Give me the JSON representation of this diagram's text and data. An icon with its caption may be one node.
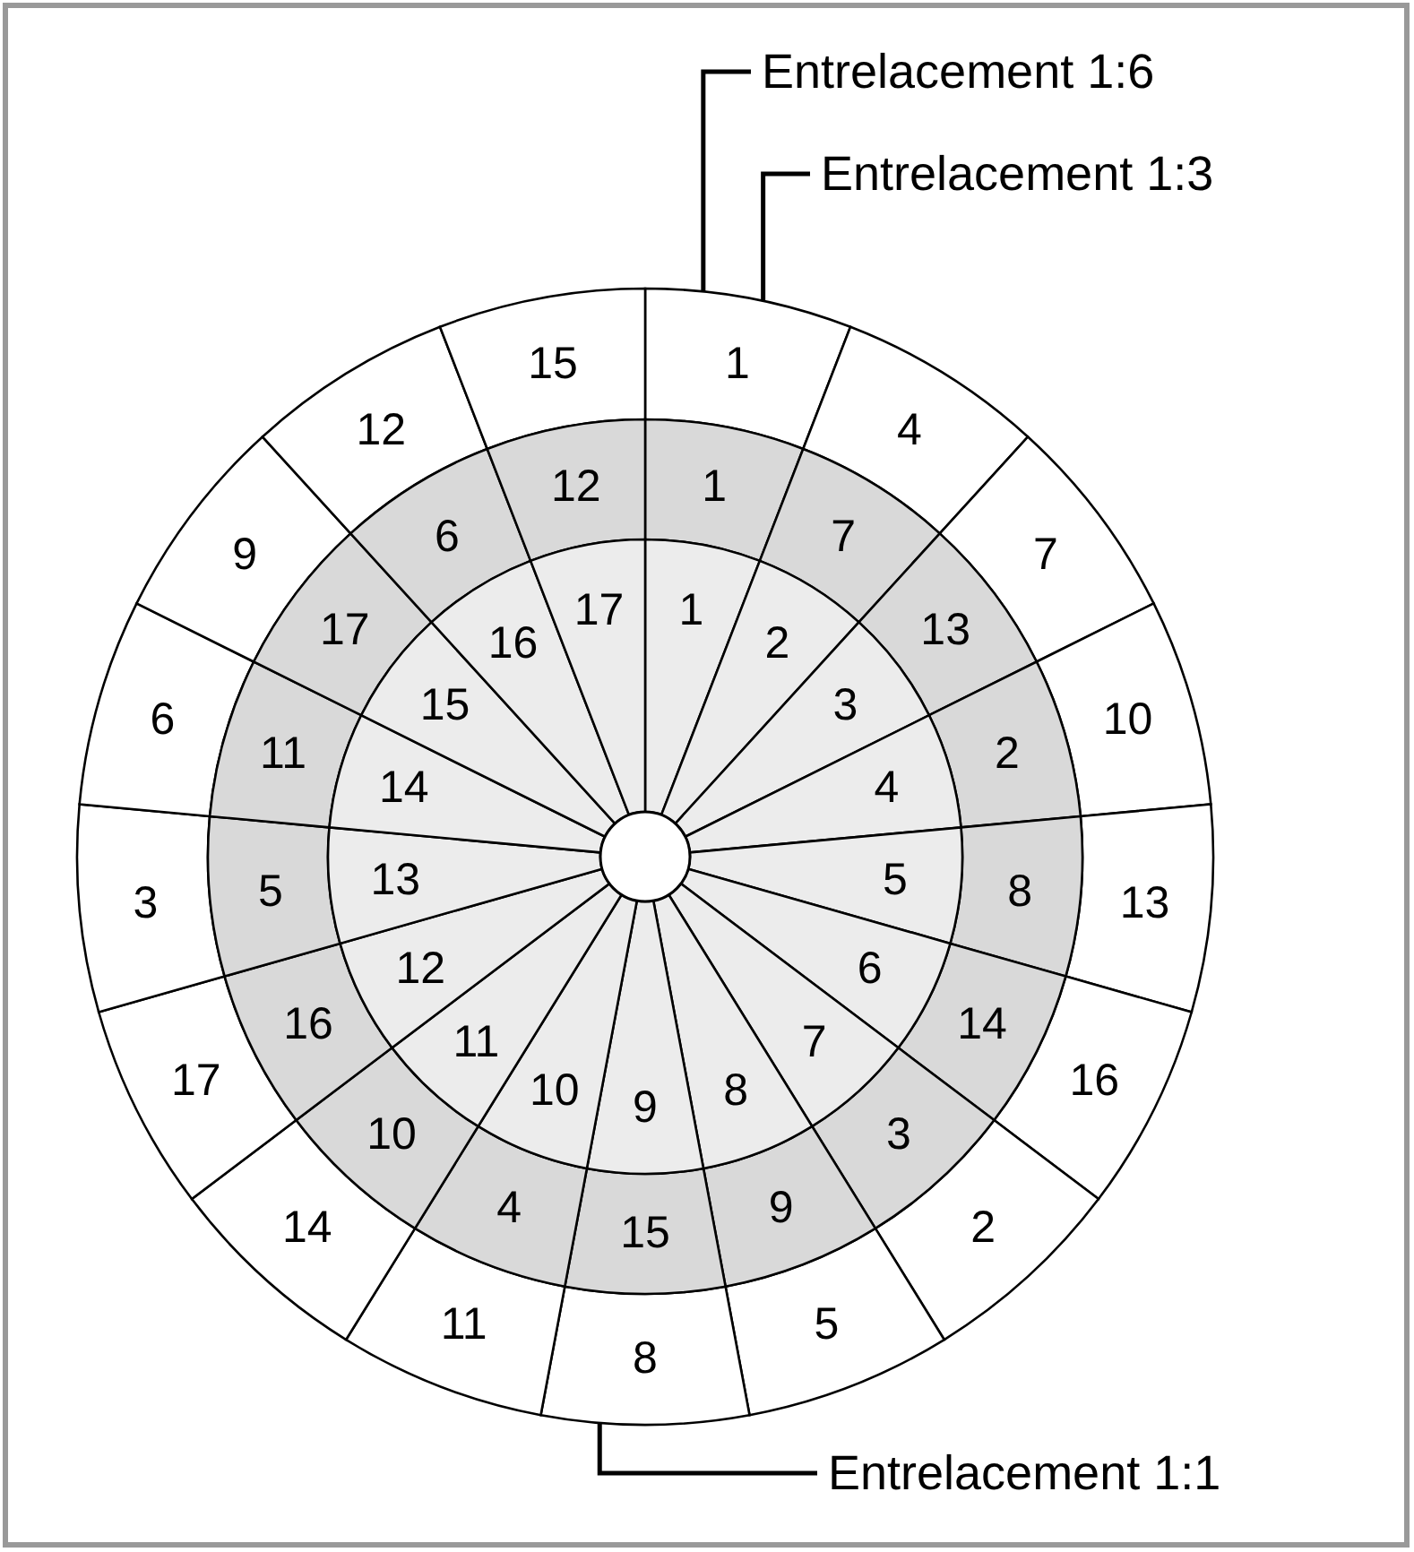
{
  "diagram": {
    "nodes": [
      {
        "text": [
          "Entrelacement 1:6"
        ]
      },
      {
        "text": [
          "Entrelacement 1:3"
        ]
      },
      {
        "text": [
          "1"
        ]
      },
      {
        "text": [
          "4"
        ]
      },
      {
        "text": [
          "7"
        ]
      },
      {
        "text": [
          "10"
        ]
      },
      {
        "text": [
          "13"
        ]
      },
      {
        "text": [
          "16"
        ]
      },
      {
        "text": [
          "2"
        ]
      },
      {
        "text": [
          "5"
        ]
      },
      {
        "text": [
          "8"
        ]
      },
      {
        "text": [
          "11"
        ]
      },
      {
        "text": [
          "14"
        ]
      },
      {
        "text": [
          "17"
        ]
      },
      {
        "text": [
          "3"
        ]
      },
      {
        "text": [
          "6"
        ]
      },
      {
        "text": [
          "9"
        ]
      },
      {
        "text": [
          "12"
        ]
      },
      {
        "text": [
          "15"
        ]
      },
      {
        "text": [
          "1"
        ]
      },
      {
        "text": [
          "7"
        ]
      },
      {
        "text": [
          "13"
        ]
      },
      {
        "text": [
          "2"
        ]
      },
      {
        "text": [
          "8"
        ]
      },
      {
        "text": [
          "14"
        ]
      },
      {
        "text": [
          "3"
        ]
      },
      {
        "text": [
          "9"
        ]
      },
      {
        "text": [
          "15"
        ]
      },
      {
        "text": [
          "4"
        ]
      },
      {
        "text": [
          "10"
        ]
      },
      {
        "text": [
          "16"
        ]
      },
      {
        "text": [
          "5"
        ]
      },
      {
        "text": [
          "11"
        ]
      },
      {
        "text": [
          "17"
        ]
      },
      {
        "text": [
          "6"
        ]
      },
      {
        "text": [
          "12"
        ]
      },
      {
        "text": [
          "1"
        ]
      },
      {
        "text": [
          "2"
        ]
      },
      {
        "text": [
          "3"
        ]
      },
      {
        "text": [
          "4"
        ]
      },
      {
        "text": [
          "5"
        ]
      },
      {
        "text": [
          "6"
        ]
      },
      {
        "text": [
          "7"
        ]
      },
      {
        "text": [
          "8"
        ]
      },
      {
        "text": [
          "9"
        ]
      },
      {
        "text": [
          "10"
        ]
      },
      {
        "text": [
          "11"
        ]
      },
      {
        "text": [
          "12"
        ]
      },
      {
        "text": [
          "13"
        ]
      },
      {
        "text": [
          "14"
        ]
      },
      {
        "text": [
          "15"
        ]
      },
      {
        "text": [
          "16"
        ]
      },
      {
        "text": [
          "17"
        ]
      },
      {
        "text": [
          "Entrelacement 1:1"
        ]
      }
    ],
    "edges": [
      {
        "from": 0,
        "to": 2,
        "arrow": "none"
      },
      {
        "from": 1,
        "to": 19,
        "arrow": "none"
      },
      {
        "from": 53,
        "to": 44,
        "arrow": "none"
      }
    ]
  }
}
